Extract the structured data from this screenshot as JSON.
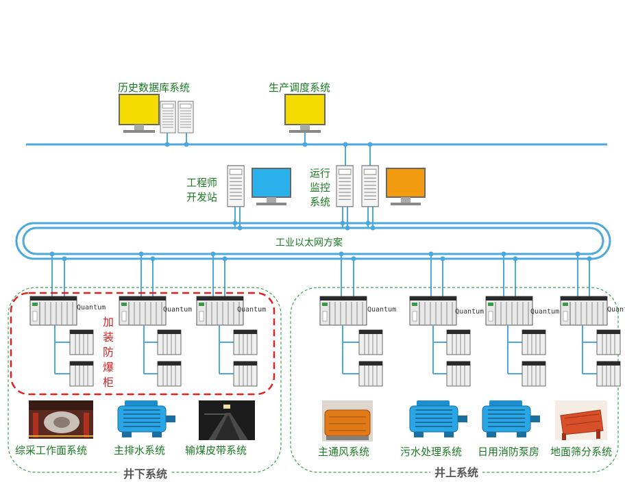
{
  "top_systems": {
    "history_db": "历史数据库系统",
    "production_dispatch": "生产调度系统"
  },
  "stations": {
    "engineer": "工程师\n开发站",
    "operation": "运行\n监控\n系统"
  },
  "ring_label": "工业以太网方案",
  "explosion_cabinet": "加装防爆柜",
  "plc_label": "Quantum",
  "regions": {
    "underground": "井下系统",
    "surface": "井上系统"
  },
  "subsystems": {
    "fully_mechanized_face": "综采工作面系统",
    "main_drainage": "主排水系统",
    "coal_belt": "输煤皮带系统",
    "main_ventilation": "主通风系统",
    "sewage_treatment": "污水处理系统",
    "fire_pump_house": "日用消防泵房",
    "ground_screening": "地面筛分系统"
  },
  "colors": {
    "network_line": "#4aa8dc",
    "label_green": "#1a7a22",
    "cabinet_dash": "#e02020",
    "region_dash": "#3aa14a",
    "monitor_yellow": "#f4dc00",
    "monitor_blue": "#2ab0ea",
    "monitor_orange": "#f29a10"
  }
}
